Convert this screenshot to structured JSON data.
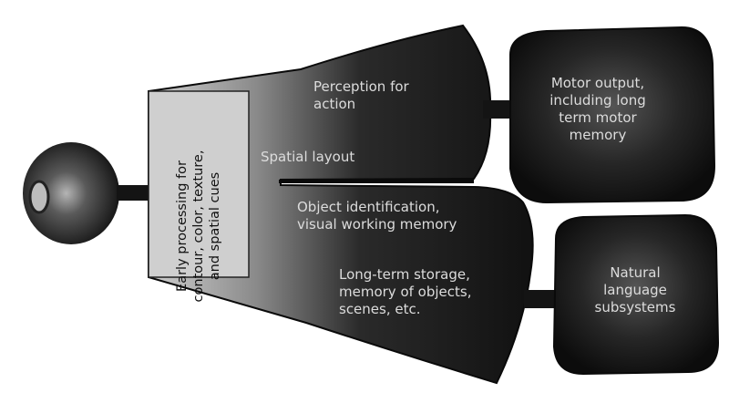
{
  "colors": {
    "blob_dark": "#141414",
    "blob_mid": "#4a4a4a",
    "light_panel": "#cfcfcf",
    "text_light": "#dcdcdc",
    "text_dark": "#111111"
  },
  "labels": {
    "early_processing": "Early processing for contour, color, texture, and spatial cues",
    "perception_for_action": "Perception for action",
    "spatial_layout": "Spatial layout",
    "object_identification": "Object identification, visual working memory",
    "long_term_storage": "Long-term storage, memory of objects, scenes, etc.",
    "motor_output": "Motor output, including long term motor memory",
    "natural_language": "Natural language subsystems"
  }
}
